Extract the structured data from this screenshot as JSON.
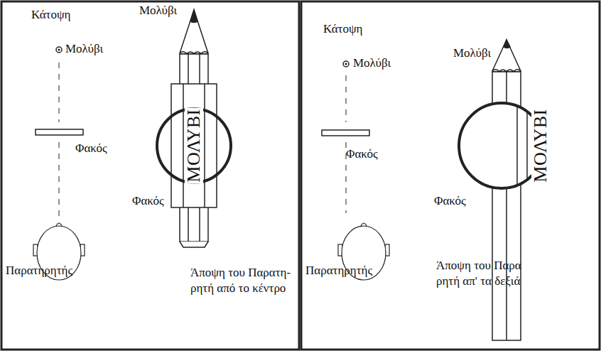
{
  "diagram": {
    "labels": [
      "Κάτοψη",
      "Μολύβι",
      "Φακός",
      "Παρατηρητής",
      "Μολύβι",
      "ΜΟΛΥΒΙ",
      "Φακός",
      "Άποψη του Παρατη- ρητή από το κέντρο",
      "Κάτοψη",
      "Μολύβι",
      "Μολύβι",
      "Φακός",
      "ΜΟΛΥΒΙ",
      "Φακός",
      "Παρατηρητής",
      "Άποψη του Παρα ρητή απ' τα δεξιά"
    ]
  }
}
